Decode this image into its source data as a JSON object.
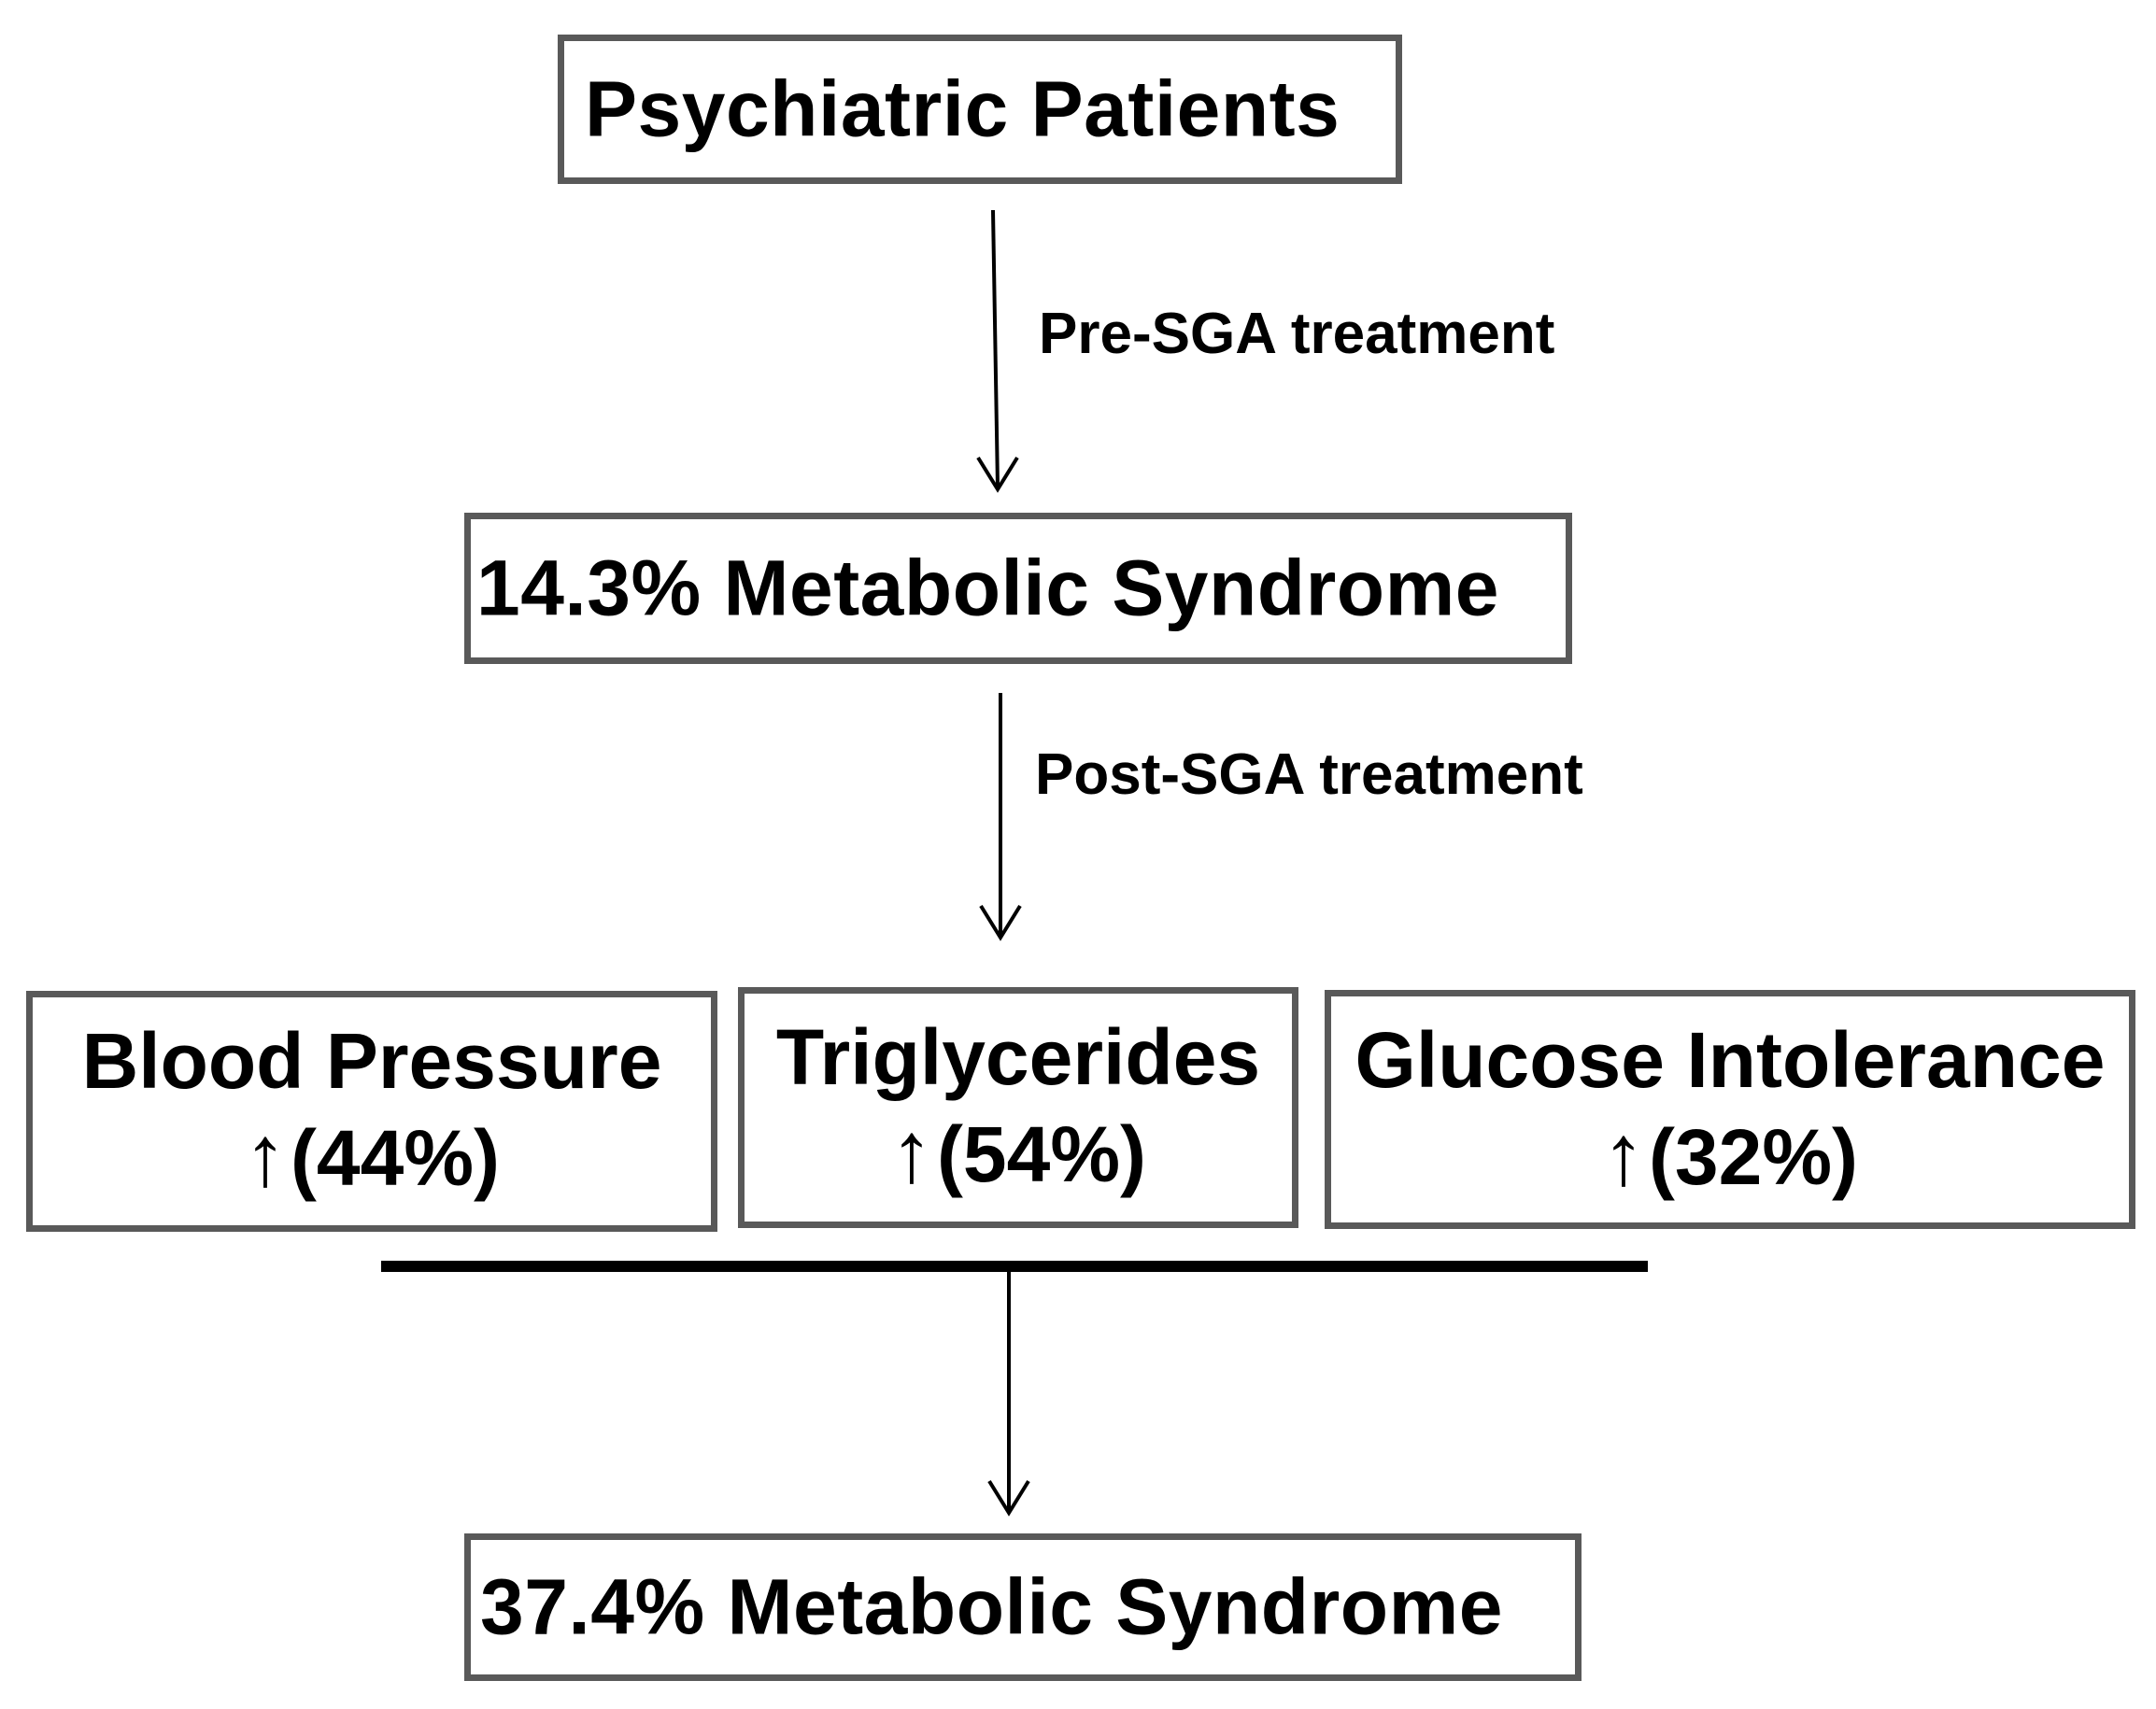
{
  "nodes": {
    "top": "Psychiatric Patients",
    "pre": "14.3%  Metabolic Syndrome",
    "post": "37.4%  Metabolic Syndrome"
  },
  "edges": {
    "pre_label": "Pre-SGA treatment",
    "post_label": "Post-SGA treatment"
  },
  "factors": [
    {
      "name": "Blood Pressure",
      "arrow": "↑",
      "value": "(44%)"
    },
    {
      "name": "Triglycerides",
      "arrow": "↑",
      "value": "(54%)"
    },
    {
      "name": "Glucose Intolerance",
      "arrow": "↑",
      "value": "(32%)"
    }
  ],
  "colors": {
    "border": "#595959",
    "line": "#000000",
    "background": "#ffffff"
  }
}
